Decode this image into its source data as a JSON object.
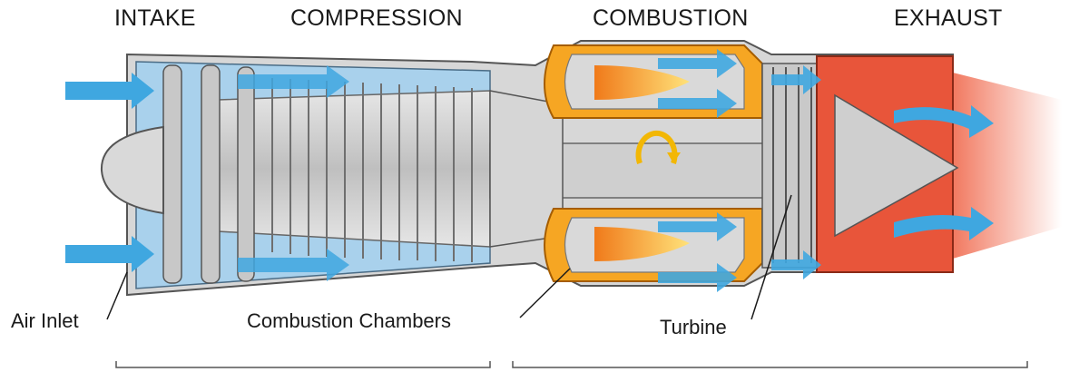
{
  "diagram": {
    "stages": {
      "intake": "INTAKE",
      "compression": "COMPRESSION",
      "combustion": "COMBUSTION",
      "exhaust": "EXHAUST"
    },
    "callouts": {
      "air_inlet": "Air Inlet",
      "combustion_chambers": "Combustion Chambers",
      "turbine": "Turbine"
    },
    "colors": {
      "airflow": "#3fa7e0",
      "flame": "#f28a1e",
      "chamber": "#f6a623",
      "exhaust": "#e8553a",
      "casing": "#bdbdbd",
      "compressor_blade": "#9ccbe9"
    }
  }
}
